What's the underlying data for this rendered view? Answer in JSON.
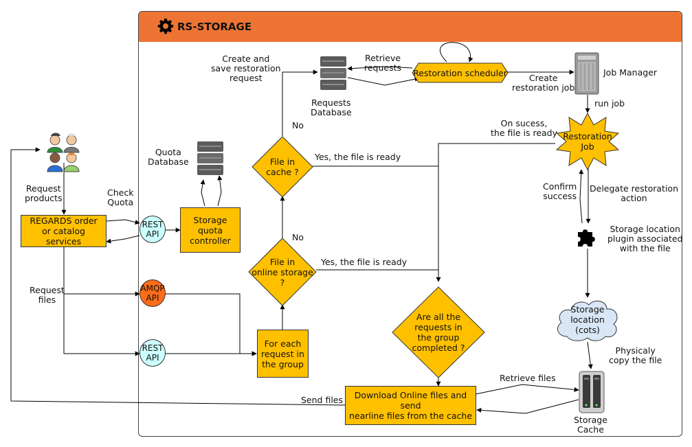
{
  "title": "RS-STORAGE",
  "nodes": {
    "regards": "REGARDS order\nor catalog services",
    "rest_api_top": "REST\nAPI",
    "amqp_api": "AMQP\nAPI",
    "rest_api_bottom": "REST\nAPI",
    "quota_controller": "Storage\nquota\ncontroller",
    "quota_db": "Quota\nDatabase",
    "for_each": "For each\nrequest in\nthe group",
    "file_in_online": "File in\nonline storage\n?",
    "file_in_cache": "File in\ncache ?",
    "requests_db": "Requests\nDatabase",
    "restoration_scheduler": "Restoration scheduler",
    "job_manager": "Job Manager",
    "restoration_job": "Restoration\nJob",
    "plugin": "Storage location\nplugin associated\nwith the file",
    "storage_location": "Storage\nlocation\n(cots)",
    "all_completed": "Are all the\nrequests in\nthe group\ncompleted ?",
    "download": "Download Online files and send\nnearline files from the cache",
    "storage_cache": "Storage\nCache"
  },
  "edges": {
    "request_products": "Request\nproducts",
    "check_quota": "Check\nQuota",
    "request_files": "Request\nfiles",
    "create_save": "Create and\nsave restoration\nrequest",
    "retrieve_requests": "Retrieve\nrequests",
    "create_job": "Create\nrestoration job",
    "run_job": "run job",
    "on_success": "On sucess,\nthe file is ready",
    "no_top": "No",
    "no_bottom": "No",
    "yes_cache": "Yes, the file is ready",
    "yes_online": "Yes, the file is ready",
    "confirm_success": "Confirm\nsuccess",
    "delegate": "Delegate restoration\naction",
    "physically_copy": "Physicaly\ncopy the file",
    "retrieve_files": "Retrieve files",
    "send_files": "Send files"
  },
  "colors": {
    "header": "#ee7433",
    "process": "#ffc000",
    "rest_api": "#ccffff",
    "amqp_api": "#ff6d1a",
    "cloud": "#d9e6f5"
  }
}
